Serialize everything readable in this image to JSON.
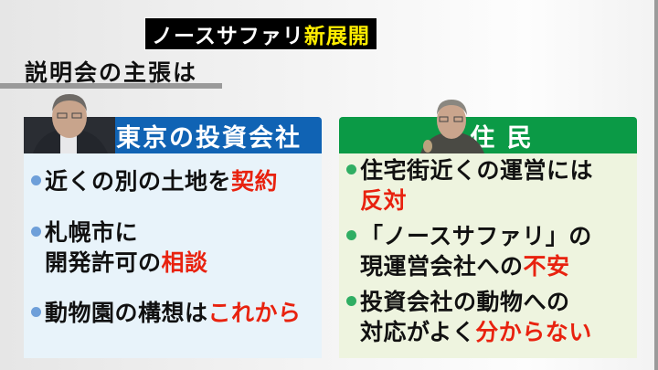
{
  "series_title": {
    "white": "ノースサファリ",
    "yellow": "新展開"
  },
  "topic": "説明会の主張は",
  "left_panel": {
    "header": "東京の投資会社",
    "items": [
      {
        "lines": [
          [
            {
              "t": "近くの別の土地を",
              "r": false
            },
            {
              "t": "契約",
              "r": true
            }
          ]
        ]
      },
      {
        "lines": [
          [
            {
              "t": "札幌市に",
              "r": false
            }
          ],
          [
            {
              "t": "開発許可の",
              "r": false
            },
            {
              "t": "相談",
              "r": true
            }
          ]
        ]
      },
      {
        "lines": [
          [
            {
              "t": "動物園の構想は",
              "r": false
            },
            {
              "t": "これから",
              "r": true
            }
          ]
        ]
      }
    ],
    "i0a": "近くの別の土地を",
    "i0b": "契約",
    "i1a": "札幌市に",
    "i1b": "開発許可の",
    "i1c": "相談",
    "i2a": "動物園の構想は",
    "i2b": "これから"
  },
  "right_panel": {
    "header": "住 民",
    "i0a": "住宅街近くの運営には",
    "i0b": "反対",
    "i1a": "「ノースサファリ」の",
    "i1b": "現運営会社への",
    "i1c": "不安",
    "i2a": "投資会社の動物への",
    "i2b": "対応がよく",
    "i2c": "分からない"
  },
  "colors": {
    "left_header": "#1063b4",
    "right_header": "#0b9a46",
    "highlight_red": "#e8220f",
    "series_yellow": "#ffee00"
  }
}
